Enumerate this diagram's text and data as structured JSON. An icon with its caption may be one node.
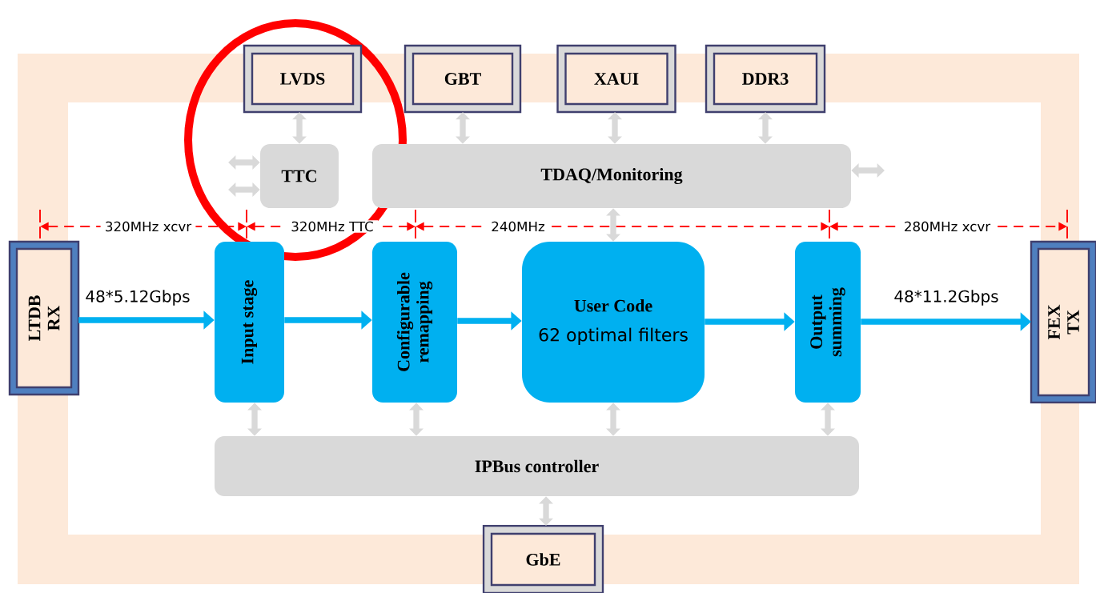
{
  "diagram": {
    "nodes": [
      {
        "text": [
          "LVDS"
        ]
      },
      {
        "text": [
          "GBT"
        ]
      },
      {
        "text": [
          "XAUI"
        ]
      },
      {
        "text": [
          "DDR3"
        ]
      },
      {
        "text": [
          "TTC"
        ]
      },
      {
        "text": [
          "TDAQ/Monitoring"
        ]
      },
      {
        "text": [
          "LTDB RX"
        ]
      },
      {
        "text": [
          "Input stage"
        ]
      },
      {
        "text": [
          "Configurable remapping"
        ]
      },
      {
        "text": [
          "User Code",
          "62 optimal filters"
        ]
      },
      {
        "text": [
          "Output summing"
        ]
      },
      {
        "text": [
          "FEX TX"
        ]
      },
      {
        "text": [
          "IPBus controller"
        ]
      },
      {
        "text": [
          "GbE"
        ]
      }
    ],
    "edges": [
      {
        "from": 0,
        "to": 4,
        "arrow": "both"
      },
      {
        "from": 1,
        "to": 5,
        "arrow": "both"
      },
      {
        "from": 2,
        "to": 5,
        "arrow": "both"
      },
      {
        "from": 3,
        "to": 5,
        "arrow": "both"
      },
      {
        "from": null,
        "to": 4,
        "arrow": "both"
      },
      {
        "from": null,
        "to": 4,
        "arrow": "both"
      },
      {
        "from": 5,
        "to": null,
        "arrow": "both"
      },
      {
        "from": 5,
        "to": 9,
        "arrow": "both"
      },
      {
        "from": 6,
        "to": 7,
        "arrow": "to",
        "label": "48*5.12Gbps",
        "color": "#00b0f0"
      },
      {
        "from": 7,
        "to": 8,
        "arrow": "to",
        "color": "#00b0f0"
      },
      {
        "from": 8,
        "to": 9,
        "arrow": "to",
        "color": "#00b0f0"
      },
      {
        "from": 9,
        "to": 10,
        "arrow": "to",
        "color": "#00b0f0"
      },
      {
        "from": 10,
        "to": 11,
        "arrow": "to",
        "label": "48*11.2Gbps",
        "color": "#00b0f0"
      },
      {
        "from": 7,
        "to": 12,
        "arrow": "both"
      },
      {
        "from": 8,
        "to": 12,
        "arrow": "both"
      },
      {
        "from": 9,
        "to": 12,
        "arrow": "both"
      },
      {
        "from": 10,
        "to": 12,
        "arrow": "both"
      },
      {
        "from": 12,
        "to": 13,
        "arrow": "both"
      }
    ],
    "labels": [
      "320MHz xcvr",
      "320MHz TTC",
      "240MHz",
      "280MHz xcvr"
    ]
  }
}
